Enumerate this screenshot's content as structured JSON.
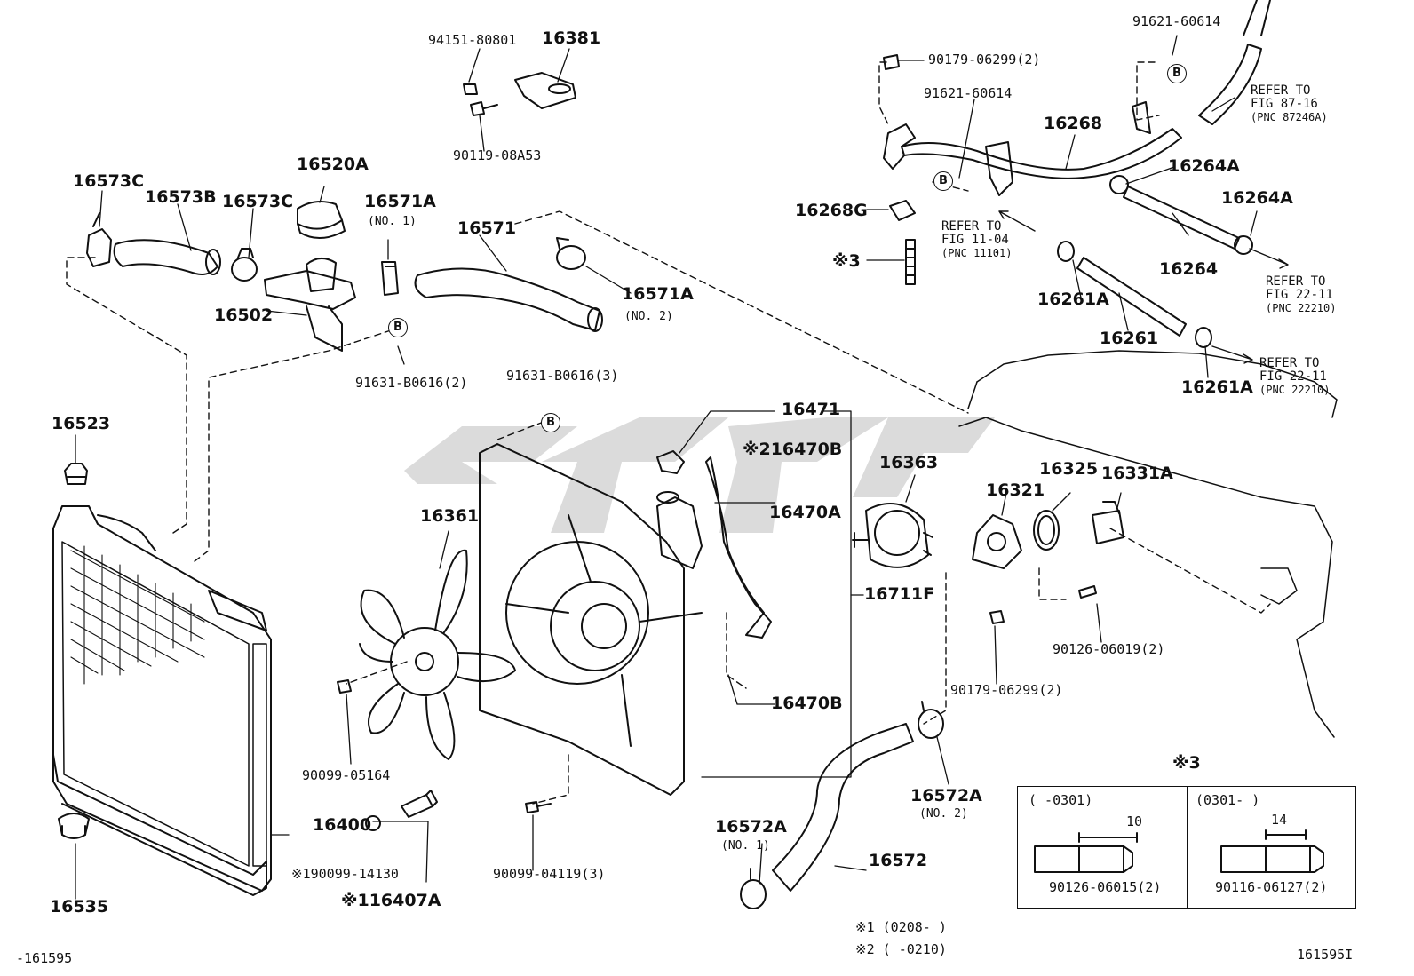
{
  "labels": {
    "p94151": "94151-80801",
    "p16381": "16381",
    "p90119": "90119-08A53",
    "p16573C_a": "16573C",
    "p16573B": "16573B",
    "p16573C_b": "16573C",
    "p16520A": "16520A",
    "p16571A_1": "16571A",
    "p16571A_1_note": "(NO. 1)",
    "p16571": "16571",
    "p16571A_2": "16571A",
    "p16571A_2_note": "(NO. 2)",
    "p16502": "16502",
    "p91631_2": "91631-B0616(2)",
    "p91631_3": "91631-B0616(3)",
    "p16523": "16523",
    "p16361": "16361",
    "p16471": "16471",
    "p16470B_top": "※216470B",
    "p16470A": "16470A",
    "p16470B_bot": "16470B",
    "p16363": "16363",
    "p16711F": "16711F",
    "p16321": "16321",
    "p16325": "16325",
    "p16331A": "16331A",
    "p90126_019": "90126-06019(2)",
    "p90179_bot": "90179-06299(2)",
    "p90099_05164": "90099-05164",
    "p16400": "16400",
    "p90099_14130": "※190099-14130",
    "p16407A": "※116407A",
    "p16535": "16535",
    "p90099_04119": "90099-04119(3)",
    "p16572A_1": "16572A",
    "p16572A_1_note": "(NO. 1)",
    "p16572": "16572",
    "p16572A_2": "16572A",
    "p16572A_2_note": "(NO. 2)",
    "p90179_top": "90179-06299(2)",
    "p91621_top": "91621-60614",
    "p91621_mid": "91621-60614",
    "p16268": "16268",
    "p16264A_a": "16264A",
    "p16264A_b": "16264A",
    "p16268G": "16268G",
    "p16264": "16264",
    "p_star3": "※3",
    "p16261A_a": "16261A",
    "p16261": "16261",
    "p16261A_b": "16261A"
  },
  "refs": {
    "r87": [
      "REFER TO",
      "FIG 87-16",
      "(PNC 87246A)"
    ],
    "r11": [
      "REFER TO",
      "FIG 11-04",
      "(PNC 11101)"
    ],
    "r22a": [
      "REFER TO",
      "FIG 22-11",
      "(PNC 22210)"
    ],
    "r22b": [
      "REFER TO",
      "FIG 22-11",
      "(PNC 22210)"
    ]
  },
  "bmarks": [
    "B",
    "B",
    "B",
    "B"
  ],
  "detail": {
    "title": "※3",
    "left_range": "(        -0301)",
    "right_range": "(0301-       )",
    "left_dim": "10",
    "right_dim": "14",
    "left_part": "90126-06015(2)",
    "right_part": "90116-06127(2)"
  },
  "notes": {
    "note1": "※1 (0208-       )",
    "note2": "※2 (       -0210)"
  },
  "footer": {
    "left_code": "-161595",
    "right_code": "161595I"
  }
}
